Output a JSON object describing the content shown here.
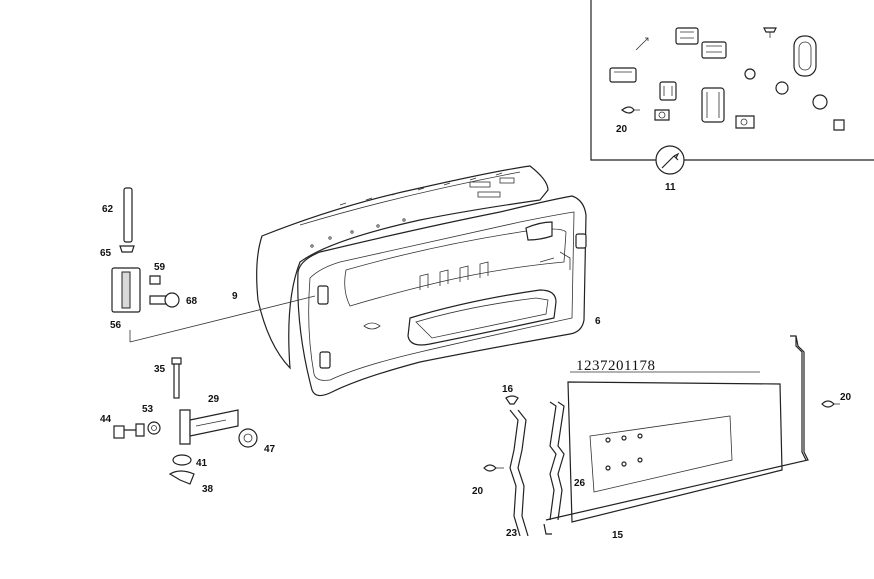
{
  "serial_number": "1237201178",
  "callouts": {
    "c62": "62",
    "c65": "65",
    "c59": "59",
    "c68": "68",
    "c56": "56",
    "c9": "9",
    "c6": "6",
    "c35": "35",
    "c29": "29",
    "c44": "44",
    "c53": "53",
    "c47": "47",
    "c41": "41",
    "c38": "38",
    "c16": "16",
    "c20_left": "20",
    "c23": "23",
    "c26": "26",
    "c15": "15",
    "c20_right": "20",
    "c20_inset": "20",
    "c11": "11"
  }
}
